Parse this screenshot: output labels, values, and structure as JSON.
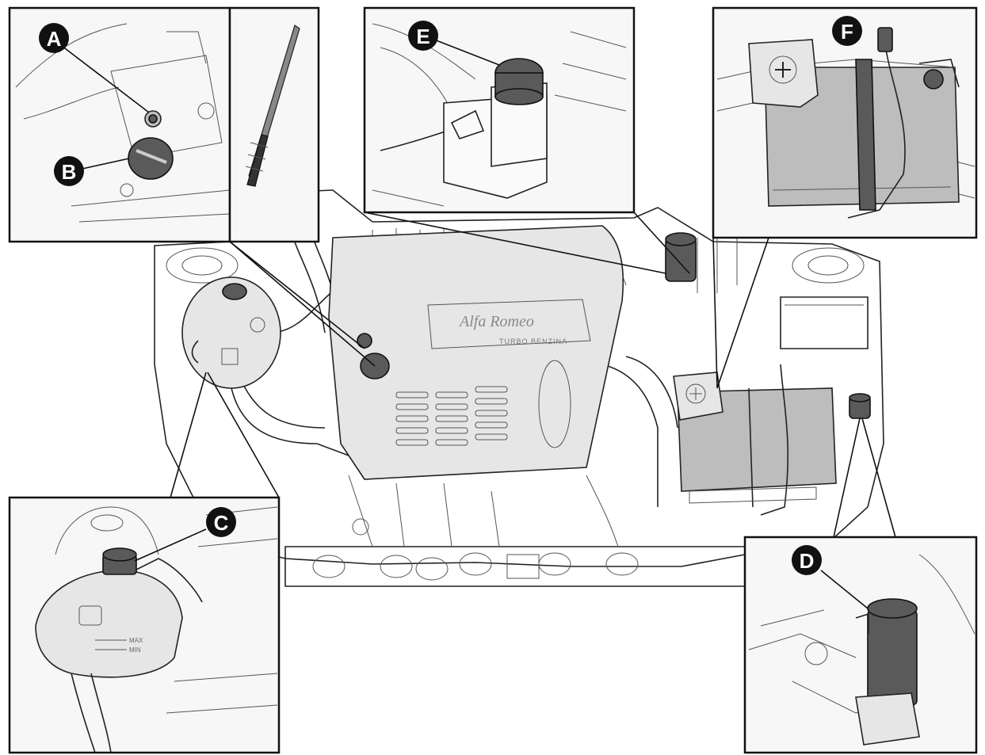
{
  "labels": {
    "a": "A",
    "b": "B",
    "c": "C",
    "d": "D",
    "e": "E",
    "f": "F"
  },
  "engine_cover": {
    "brand": "Alfa Romeo",
    "model": "TURBO BENZINA"
  },
  "tank_c": {
    "max": "MAX",
    "min": "MIN"
  },
  "colors": {
    "line": "#222222",
    "badge": "#111111",
    "part_grey": "#bdbdbd",
    "part_dark": "#5a5a5a"
  }
}
